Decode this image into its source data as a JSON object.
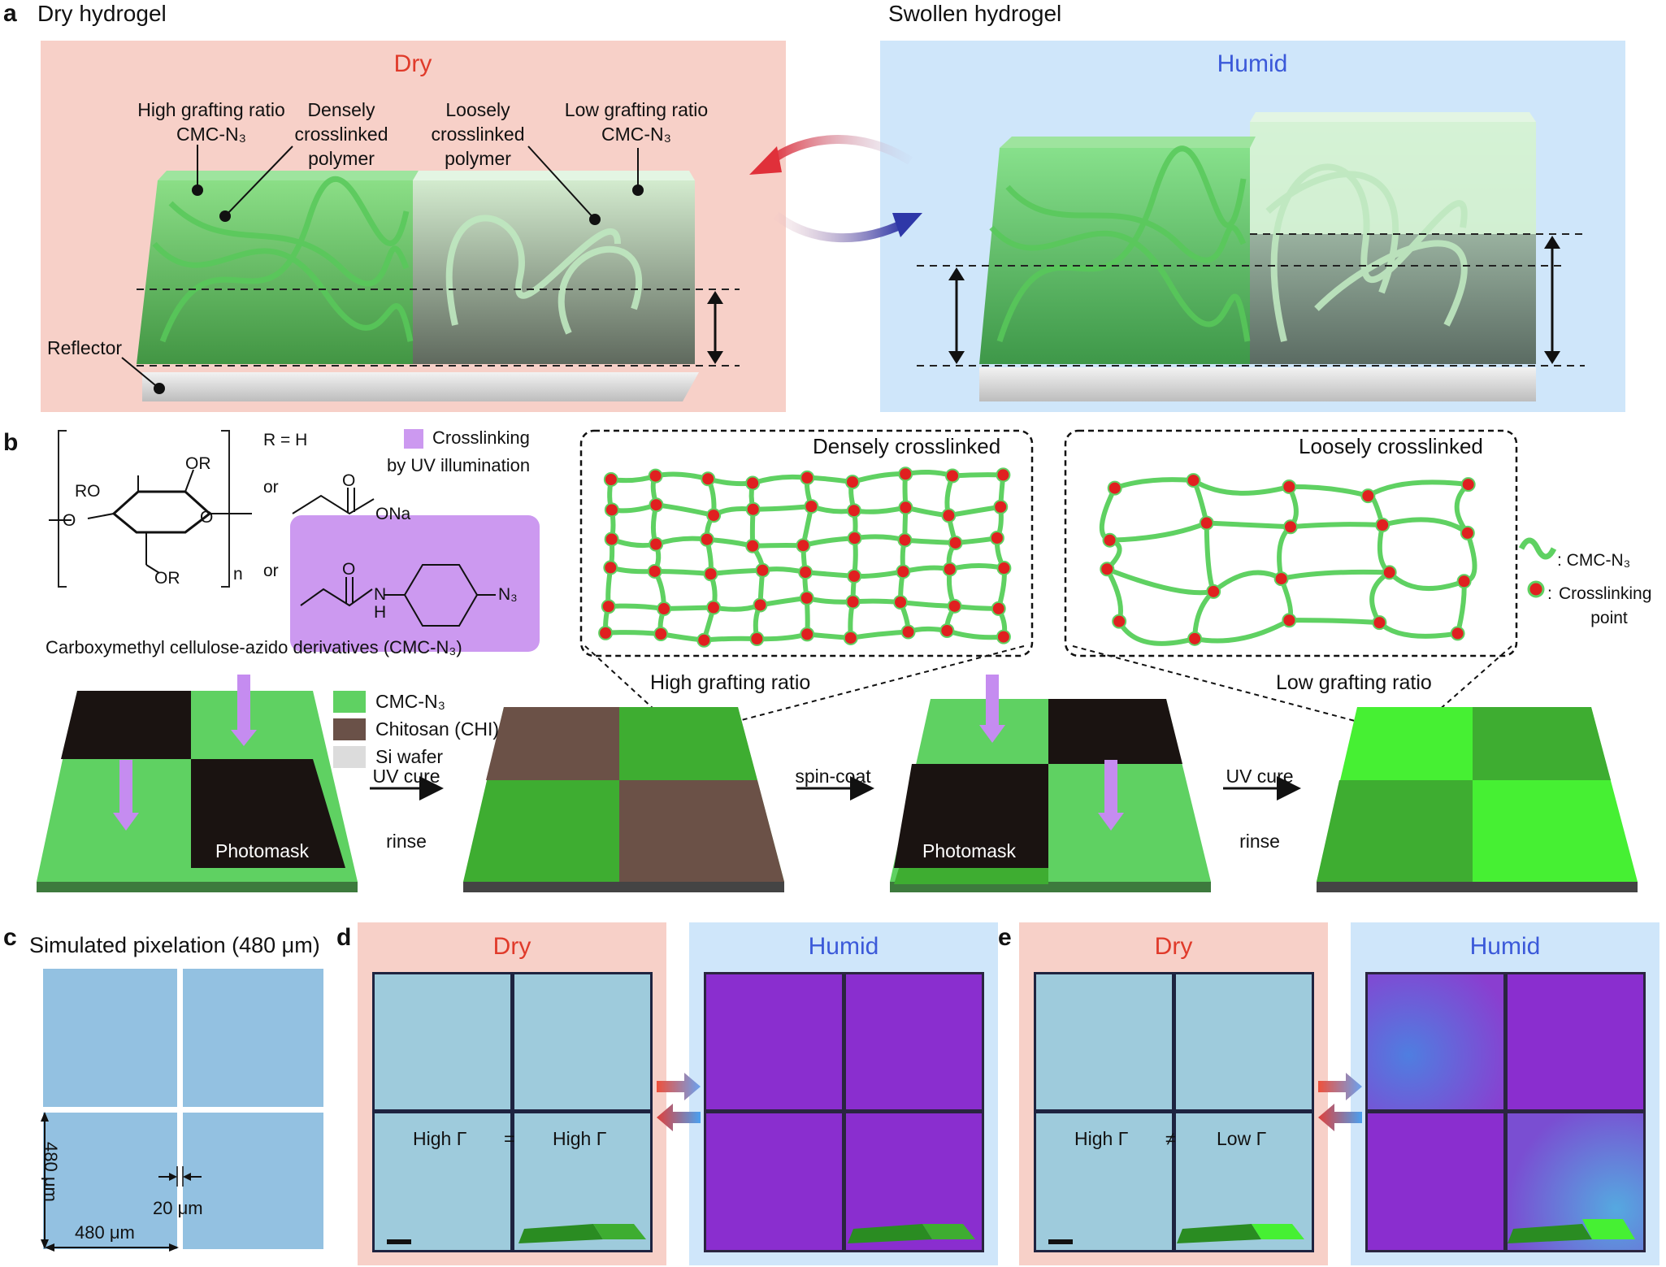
{
  "panels": {
    "a": "a",
    "b": "b",
    "c": "c",
    "d": "d",
    "e": "e"
  },
  "a": {
    "dry_title": "Dry hydrogel",
    "swollen_title": "Swollen hydrogel",
    "dry_header": "Dry",
    "humid_header": "Humid",
    "labels": {
      "high_grafting": [
        "High grafting ratio",
        "CMC-N₃"
      ],
      "dense": [
        "Densely",
        "crosslinked",
        "polymer"
      ],
      "loose": [
        "Loosely",
        "crosslinked",
        "polymer"
      ],
      "low_grafting": [
        "Low grafting ratio",
        "CMC-N₃"
      ],
      "reflector": "Reflector"
    }
  },
  "b": {
    "chem": {
      "r_eq_h": "R = H",
      "or1": "or",
      "or2": "or",
      "ro": "RO",
      "or_top": "OR",
      "or_bottom": "OR",
      "n": "n",
      "ona": "ONa",
      "o_ring": "O",
      "o_carbonyl1": "O",
      "o_carbonyl2": "O",
      "o_link": "O",
      "nh_n": "N",
      "nh_h": "H",
      "n3": "N₃"
    },
    "crosslink_legend": [
      "Crosslinking",
      "by UV illumination"
    ],
    "derivative_caption": "Carboxymethyl cellulose-azido derivatives (CMC-N₃)",
    "dense_title": "Densely crosslinked",
    "loose_title": "Loosely crosslinked",
    "high_grafting": "High grafting ratio",
    "low_grafting": "Low grafting ratio",
    "side_legend": {
      "cmc": ": CMC-N₃",
      "point_colon": ":",
      "point": [
        "Crosslinking",
        "point"
      ]
    },
    "materials": [
      {
        "label": "CMC-N₃",
        "color": "#5fd162"
      },
      {
        "label": "Chitosan (CHI)",
        "color": "#6a5148"
      },
      {
        "label": "Si wafer",
        "color": "#dcdcdc"
      }
    ],
    "steps": [
      {
        "top": "UV cure",
        "bottom": "rinse"
      },
      {
        "top": "spin-coat",
        "bottom": ""
      },
      {
        "top": "UV cure",
        "bottom": "rinse"
      }
    ],
    "photomask": "Photomask"
  },
  "c": {
    "title": "Simulated pixelation (480 μm)",
    "dim_vertical": "480 μm",
    "dim_horizontal": "480 μm",
    "gap": "20 μm",
    "pixel_color": "#93c1e1"
  },
  "d": {
    "dry": "Dry",
    "humid": "Humid",
    "left": "High Γ",
    "rel": "=",
    "right": "High Γ"
  },
  "e": {
    "dry": "Dry",
    "humid": "Humid",
    "left": "High Γ",
    "rel": "≠",
    "right": "Low Γ"
  },
  "colors": {
    "dry_bg": "#f7d0c8",
    "humid_bg": "#cfe6fa",
    "dry_text": "#e03a2a",
    "humid_text": "#3b59d9",
    "uv_arrow": "#c58cf0",
    "polymer": "#5fd162",
    "crosslink": "#e02020",
    "purple_pixel": "#8a2ecf"
  }
}
